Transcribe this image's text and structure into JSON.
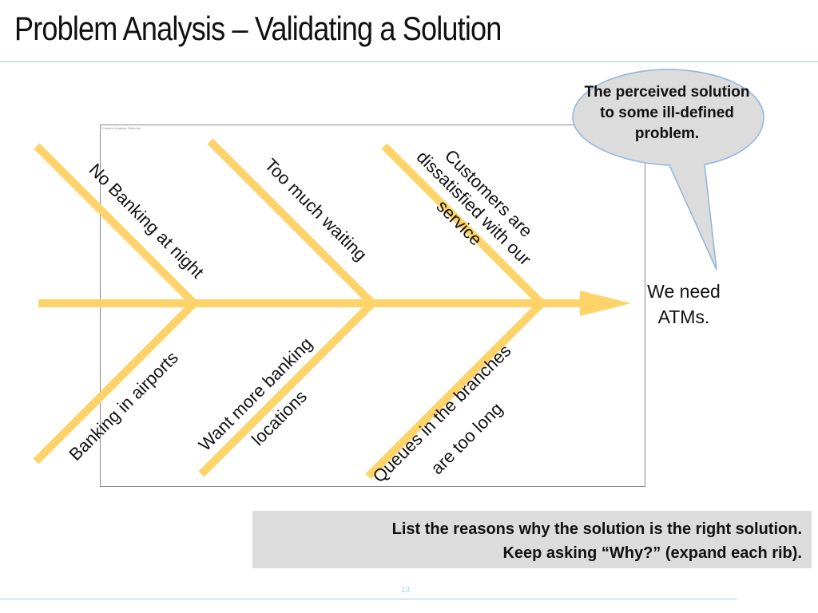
{
  "slide": {
    "title": "Problem Analysis – Validating a Solution",
    "page_number": "13"
  },
  "callout": {
    "text": "The perceived solution to some ill-defined problem."
  },
  "diagram": {
    "frame_caption": "Problem Analysis Fishbone",
    "effect": "We need ATMs.",
    "ribs_top": [
      "No Banking at night",
      "Too much waiting",
      "Customers are dissatisfied with our service"
    ],
    "ribs_bottom": [
      "Banking in airports",
      "Want more banking locations",
      "Queues in the branches are too long"
    ],
    "colors": {
      "bone": "#FDD36A",
      "callout_fill": "#DCDCDC",
      "callout_border": "#8DB3E2",
      "rule": "#9FD3E0"
    }
  },
  "instruction": {
    "line1": "List the reasons why the solution is the right solution.",
    "line2": "Keep asking “Why?” (expand each rib)."
  }
}
